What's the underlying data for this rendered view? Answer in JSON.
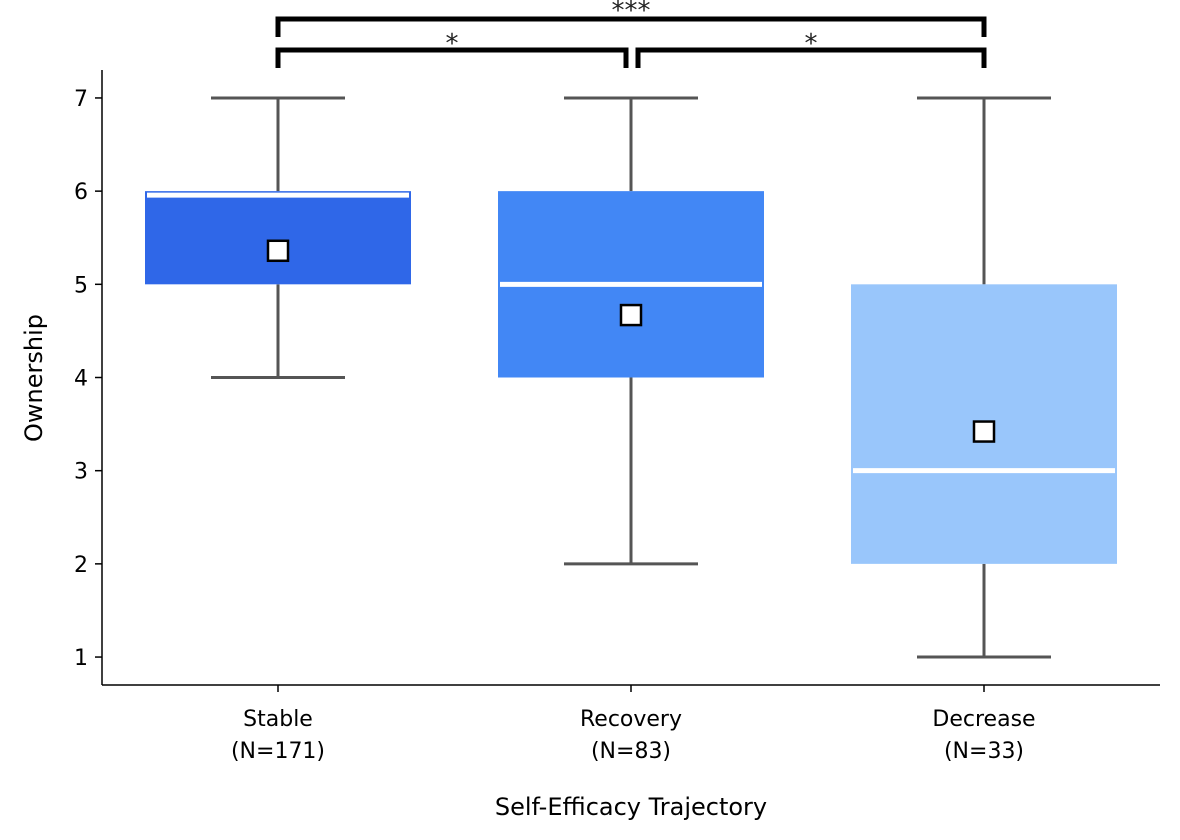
{
  "chart_data": {
    "type": "box",
    "xlabel": "Self-Efficacy Trajectory",
    "ylabel": "Ownership",
    "ylim": [
      0.7,
      7.3
    ],
    "yticks": [
      1,
      2,
      3,
      4,
      5,
      6,
      7
    ],
    "grid": false,
    "categories": [
      {
        "name": "Stable",
        "n_label": "(N=171)"
      },
      {
        "name": "Recovery",
        "n_label": "(N=83)"
      },
      {
        "name": "Decrease",
        "n_label": "(N=33)"
      }
    ],
    "boxes": [
      {
        "whisker_low": 4,
        "q1": 5,
        "median": 6,
        "q3": 6,
        "whisker_high": 7,
        "mean": 5.36,
        "color": "#2f67e8"
      },
      {
        "whisker_low": 2,
        "q1": 4,
        "median": 5,
        "q3": 6,
        "whisker_high": 7,
        "mean": 4.67,
        "color": "#4287f5"
      },
      {
        "whisker_low": 1,
        "q1": 2,
        "median": 3,
        "q3": 5,
        "whisker_high": 7,
        "mean": 3.42,
        "color": "#99c6fb"
      }
    ],
    "significance": [
      {
        "from": 0,
        "to": 2,
        "label": "***",
        "level": 2
      },
      {
        "from": 0,
        "to": 1,
        "label": "*",
        "level": 1
      },
      {
        "from": 1,
        "to": 2,
        "label": "*",
        "level": 1
      }
    ]
  }
}
